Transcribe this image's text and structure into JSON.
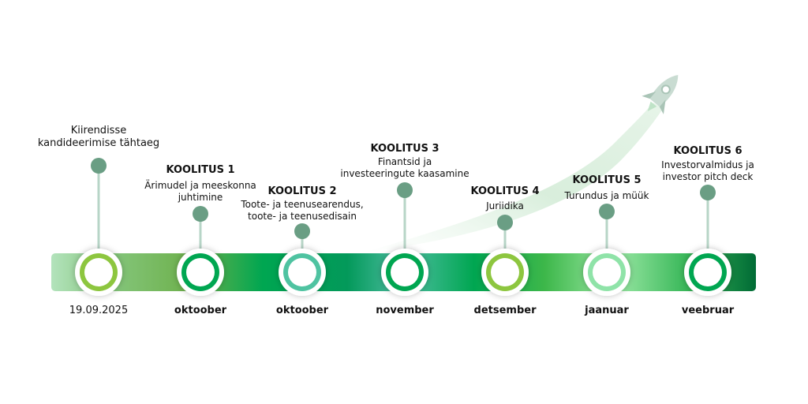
{
  "milestones": [
    {
      "title": "",
      "description": "Kiirendisse kandideerimise tähtaeg",
      "date": "19.09.2025",
      "ring_color": "#8dc63f",
      "dot_color": "#6a9e84"
    },
    {
      "title": "KOOLITUS 1",
      "description": "Ärimudel ja meeskonna juhtimine",
      "date": "oktoober",
      "ring_color": "#00a651",
      "dot_color": "#6a9e84"
    },
    {
      "title": "KOOLITUS 2",
      "description": "Toote- ja teenusearendus, toote- ja teenusedisain",
      "date": "oktoober",
      "ring_color": "#4fc3a1",
      "dot_color": "#6a9e84"
    },
    {
      "title": "KOOLITUS 3",
      "description": "Finantsid ja investeeringute kaasamine",
      "date": "november",
      "ring_color": "#00a651",
      "dot_color": "#6a9e84"
    },
    {
      "title": "KOOLITUS 4",
      "description": "Juriidika",
      "date": "detsember",
      "ring_color": "#8dc63f",
      "dot_color": "#6a9e84"
    },
    {
      "title": "KOOLITUS 5",
      "description": "Turundus ja müük",
      "date": "jaanuar",
      "ring_color": "#8fe3a8",
      "dot_color": "#6a9e84"
    },
    {
      "title": "KOOLITUS 6",
      "description": "Investorvalmidus ja investor pitch deck",
      "date": "veebruar",
      "ring_color": "#00a651",
      "dot_color": "#6a9e84"
    }
  ],
  "rocket_icon": "rocket-icon",
  "colors": {
    "band_light": "#a8dbb0",
    "band_dark": "#006b35",
    "stem": "#b7d5c7"
  }
}
